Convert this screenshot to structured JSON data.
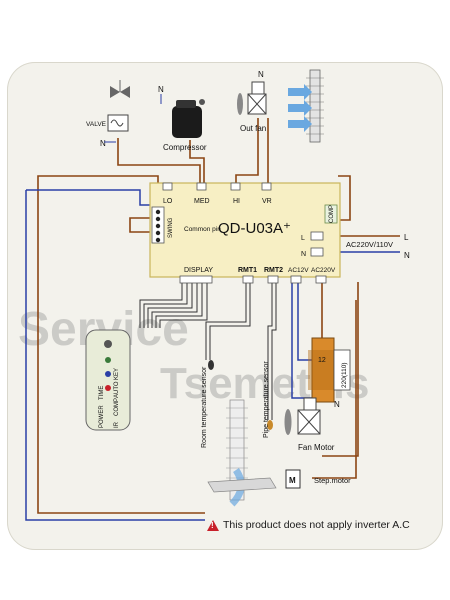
{
  "labels": {
    "valve": "VALVE",
    "compressor": "Compressor",
    "out_fan": "Out fan",
    "lo": "LO",
    "med": "MED",
    "hi": "HI",
    "vr": "VR",
    "comp": "COMP",
    "swing": "SWING",
    "common_pin": "Common pin",
    "model": "QD-U03A⁺",
    "ac_input": "AC220V/110V",
    "L": "L",
    "N": "N",
    "display": "DISPLAY",
    "rmt1": "RMT1",
    "rmt2": "RMT2",
    "ac12v": "AC12V",
    "ac220v": "AC220V",
    "transformer_12": "12",
    "transformer_220": "220(110)",
    "room_sensor": "Room temperature sensor",
    "pipe_sensor": "Pipe temperature sensor",
    "fan_motor": "Fan Motor",
    "step_motor": "Step.motor",
    "step_M": "M",
    "warning": "This product does not apply inverter A.C",
    "disp_power": "POWER",
    "disp_time": "TIME",
    "disp_ir": "IR",
    "disp_comp": "COMP",
    "disp_auto": "AUTO",
    "disp_key": "KEY",
    "watermark_1": "Service",
    "watermark_2": "Tsemetzis"
  },
  "colors": {
    "brown_wire": "#8b4513",
    "blue_wire": "#2b3fa6",
    "board": "#f7efc4",
    "board_border": "#c9b55a",
    "transformer": "#d98a2b"
  }
}
